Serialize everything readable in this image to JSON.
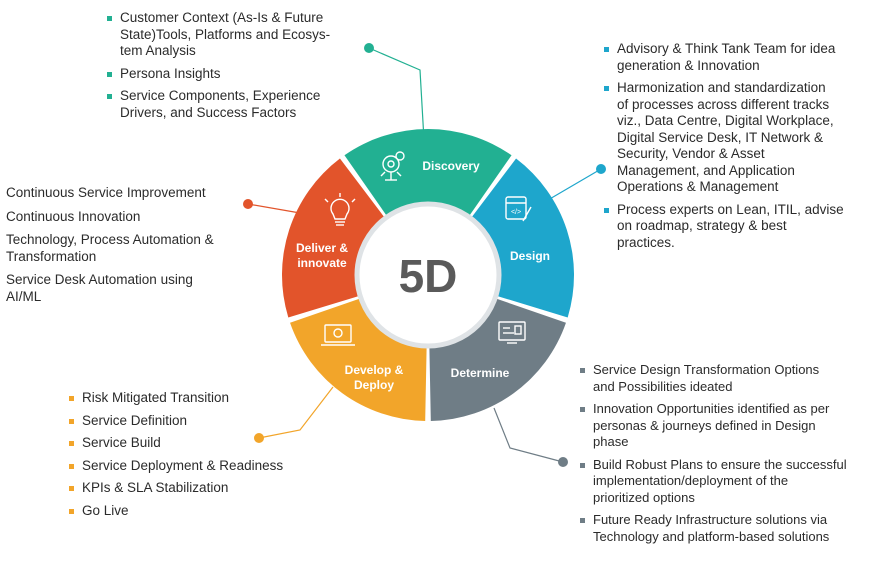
{
  "center": "5D",
  "colors": {
    "discovery": "#22b092",
    "design": "#1ea6cc",
    "determine": "#6f7d86",
    "develop": "#f2a52a",
    "deliver": "#e2542b"
  },
  "segments": {
    "discovery": {
      "label": "Discovery",
      "icon": "gear-bulb-icon"
    },
    "design": {
      "label": "Design",
      "icon": "design-document-icon"
    },
    "determine": {
      "label": "Determine",
      "icon": "monitor-presentation-icon"
    },
    "develop": {
      "label": "Develop &\nDeploy",
      "icon": "developer-laptop-icon"
    },
    "deliver": {
      "label": "Deliver &\ninnovate",
      "icon": "lightbulb-icon"
    }
  },
  "discovery_items": [
    "Customer Context (As-Is & Future\nState)Tools, Platforms and Ecosys-\ntem Analysis",
    "Persona Insights",
    "Service Components, Experience\nDrivers, and Success Factors"
  ],
  "design_items": [
    "Advisory & Think Tank Team for idea\ngeneration & Innovation",
    "Harmonization and standardization\nof processes across different tracks\nviz., Data Centre, Digital Workplace,\nDigital Service Desk, IT Network &\nSecurity, Vendor & Asset\nManagement,  and Application\nOperations & Management",
    "Process experts on Lean, ITIL, advise\non roadmap, strategy & best\npractices."
  ],
  "deliver_items": [
    "Continuous Service Improvement",
    "Continuous Innovation",
    "Technology, Process Automation &\nTransformation",
    "Service Desk Automation using\nAI/ML"
  ],
  "develop_items": [
    "Risk Mitigated Transition",
    "Service Definition",
    "Service Build",
    "Service Deployment & Readiness",
    "KPIs & SLA Stabilization",
    "Go Live"
  ],
  "determine_items": [
    "Service Design Transformation Options\nand Possibilities ideated",
    "Innovation Opportunities identified as per\npersonas & journeys defined in Design\nphase",
    "Build Robust Plans to ensure the successful\nimplementation/deployment of the\nprioritized options",
    "Future Ready Infrastructure solutions via\nTechnology and platform-based solutions"
  ]
}
